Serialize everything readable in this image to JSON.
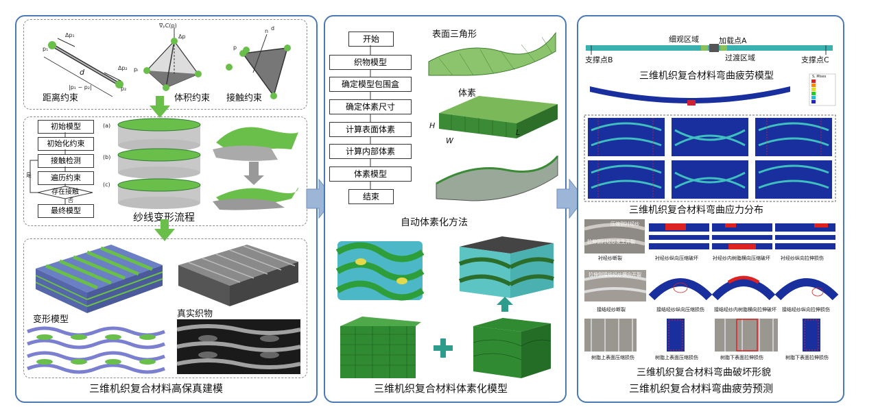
{
  "colors": {
    "panel_border": "#4a78b5",
    "green": "#6abf4b",
    "dark_green": "#2f7d32",
    "arrow_blue": "#9db6d8",
    "fem_blue": "#1a2f9e"
  },
  "left": {
    "caption": "三维机织复合材料高保真建模",
    "constraints": {
      "distance_label": "距离约束",
      "volume_label": "体积约束",
      "contact_label": "接触约束",
      "d_label": "d",
      "dp1_label": "Δp₁",
      "dp2_label": "Δp₂",
      "p1_label": "p₁",
      "p2_label": "p₂",
      "diff_label": "|p₁ − p₂|",
      "grad_label": "∇ₚC(p)",
      "dp_label": "Δp",
      "p_label": "p",
      "pi_label": "pᵢ",
      "n_label": "n",
      "contact_p_label": "p",
      "contact_d_label": "d"
    },
    "flow": {
      "title": "纱线变形流程",
      "steps": [
        "初始模型",
        "初始化约束",
        "接触检测",
        "遍历约束",
        "存在接触",
        "最终模型"
      ],
      "yes": "是",
      "no": "否",
      "tags": [
        "(a)",
        "(b)",
        "(c)"
      ]
    },
    "deform_label": "变形模型",
    "real_label": "真实织物"
  },
  "middle": {
    "caption": "三维机织复合材料体素化模型",
    "flow": [
      "开始",
      "织物模型",
      "确定模型包围盒",
      "确定体素尺寸",
      "计算表面体素",
      "计算内部体素",
      "体素模型",
      "结束"
    ],
    "surface_tri_label": "表面三角形",
    "voxel_label": "体素",
    "h_label": "H",
    "w_label": "W",
    "l_label": "L",
    "method_label": "自动体素化方法"
  },
  "right": {
    "caption": "三维机织复合材料弯曲疲劳预测",
    "fatigue_model_label": "三维机织复合材料弯曲疲劳模型",
    "detail_region": "细观区域",
    "load_point": "加载点A",
    "transition_region": "过渡区域",
    "support_b": "支撑点B",
    "support_c": "支撑点C",
    "stress_label": "三维机织复合材料弯曲应力分布",
    "failure_label": "三维机织复合材料弯曲破坏形貌",
    "legend_title": "S, Mises",
    "row1_labels": [
      "衬经纱断裂",
      "衬经纱纵向压缩破坏",
      "衬经纱内树脂横向压缩破坏",
      "衬经纱纵向拉伸损伤"
    ],
    "row1_annotations": [
      "压缩侧衬经纱",
      "拉伸侧衬经纱发生开裂"
    ],
    "row2_labels": [
      "接结经纱断裂",
      "接结经纱纵向压缩损伤",
      "接结经纱内树脂横向拉伸破坏",
      "接结经纱纵向拉伸损伤"
    ],
    "row2_annotation": "拉伸侧接结经纱横向开裂",
    "row3_labels": [
      "树脂上表面压缩损伤",
      "树脂上表面压缩损伤",
      "树脂下表面拉伸损伤",
      "树脂下表面拉伸损伤"
    ]
  }
}
